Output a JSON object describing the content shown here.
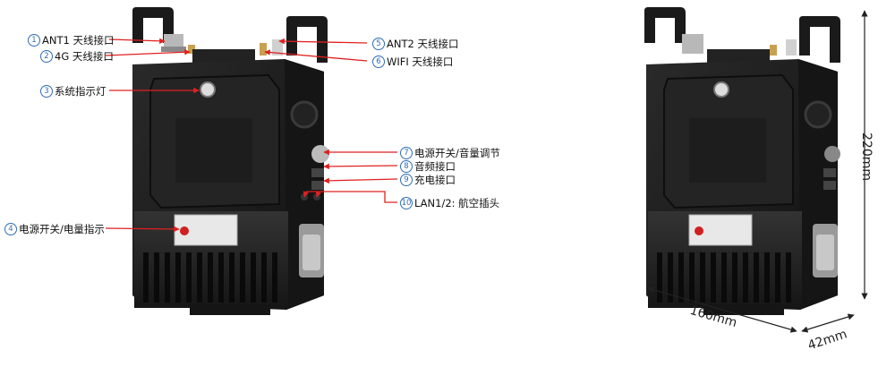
{
  "callouts": [
    {
      "num": "1",
      "text": "ANT1 天线接口"
    },
    {
      "num": "2",
      "text": "4G 天线接口"
    },
    {
      "num": "3",
      "text": "系统指示灯"
    },
    {
      "num": "4",
      "text": "电源开关/电量指示"
    },
    {
      "num": "5",
      "text": "ANT2 天线接口"
    },
    {
      "num": "6",
      "text": "WIFI 天线接口"
    },
    {
      "num": "7",
      "text": "电源开关/音量调节"
    },
    {
      "num": "8",
      "text": "音频接口"
    },
    {
      "num": "9",
      "text": "充电接口"
    },
    {
      "num": "10",
      "text": "LAN1/2: 航空插头"
    }
  ],
  "dimensions": {
    "height": "220mm",
    "width": "160mm",
    "depth": "42mm"
  },
  "colors": {
    "arrow": "#e02020",
    "device": "#1c1c1c",
    "badge": "#2f6db5"
  }
}
